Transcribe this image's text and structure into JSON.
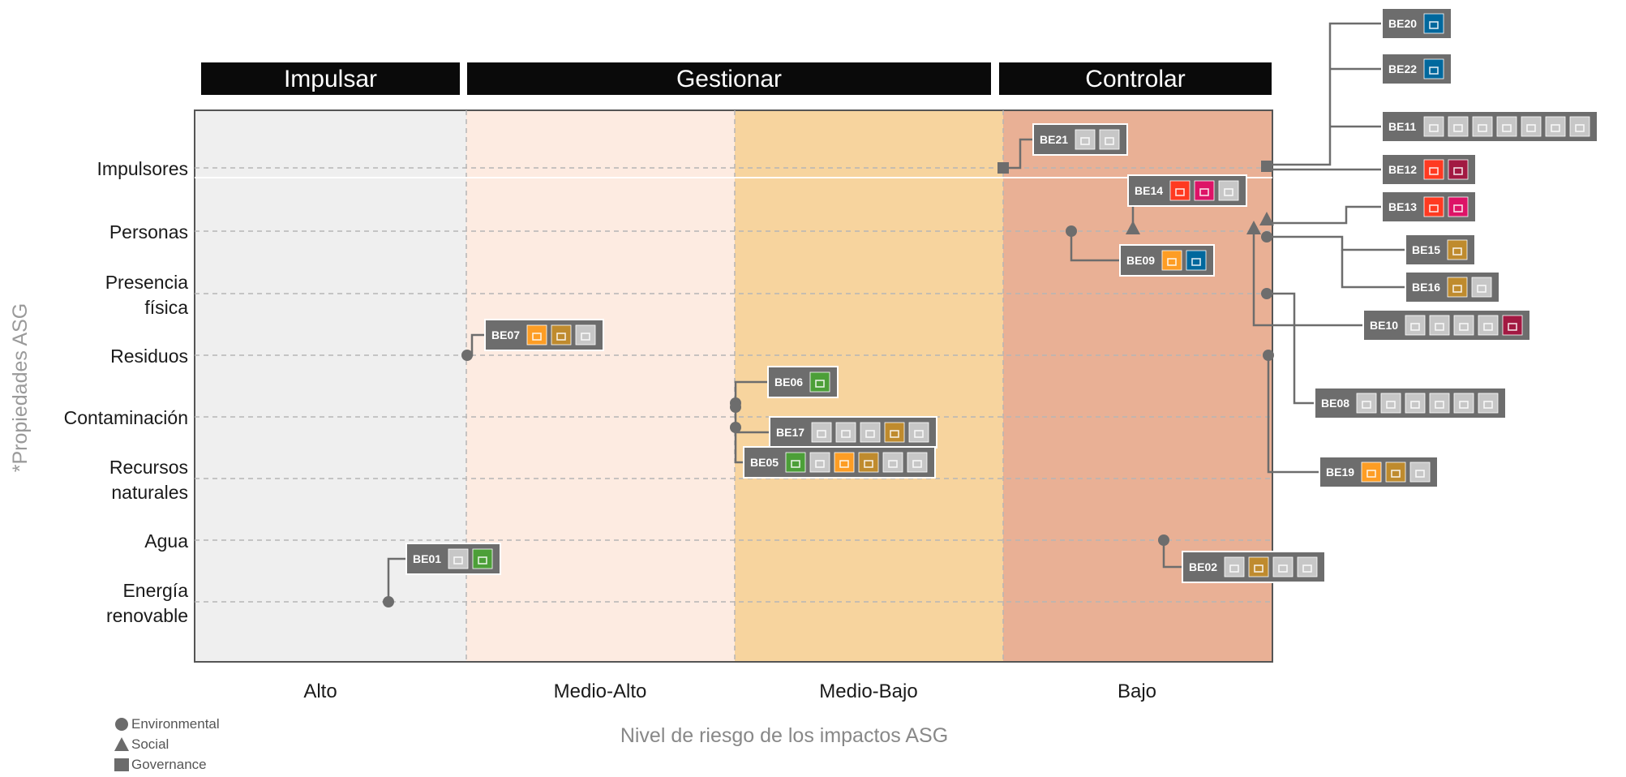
{
  "categories": [
    {
      "label": "Impulsar",
      "bg": "#f0f0f0"
    },
    {
      "label": "Gestionar",
      "bg": "#fdebe0"
    },
    {
      "label": "Controlar",
      "bg": "#e9b095"
    }
  ],
  "risk_levels": [
    {
      "label": "Alto",
      "bg": "#efefef"
    },
    {
      "label": "Medio-Alto",
      "bg": "#fdebe1"
    },
    {
      "label": "Medio-Bajo",
      "bg": "#f7d49e"
    },
    {
      "label": "Bajo",
      "bg": "#e9b095"
    }
  ],
  "y_title": "*Propiedades ASG",
  "x_title": "Nivel de riesgo de los impactos ASG",
  "properties": [
    {
      "label": [
        "Impulsores"
      ]
    },
    {
      "label": [
        "Personas"
      ]
    },
    {
      "label": [
        "Presencia",
        "física"
      ]
    },
    {
      "label": [
        "Residuos"
      ]
    },
    {
      "label": [
        "Contaminación"
      ]
    },
    {
      "label": [
        "Recursos",
        "naturales"
      ]
    },
    {
      "label": [
        "Agua"
      ]
    },
    {
      "label": [
        "Energía",
        "renovable"
      ]
    }
  ],
  "legend": [
    {
      "shape": "circle",
      "label": "Environmental"
    },
    {
      "shape": "triangle",
      "label": "Social"
    },
    {
      "shape": "square",
      "label": "Governance"
    }
  ],
  "sdg_colors": {
    "1": "#e5243b",
    "3": "#4c9f38",
    "5": "#ff3a21",
    "6": "#26bde2",
    "8": "#a21942",
    "10": "#dd1367",
    "12": "#bf8b2e",
    "13": "#3f7e44",
    "14": "#0a97d9",
    "16": "#00689d",
    "17": "#19486a",
    "7": "#fcc30b",
    "9": "#fd6925",
    "11": "#fd9d24",
    "g": "#c7c7c7"
  },
  "items": [
    {
      "id": "BE20",
      "tiles": [
        "16"
      ]
    },
    {
      "id": "BE22",
      "tiles": [
        "16"
      ]
    },
    {
      "id": "BE11",
      "tiles": [
        "g",
        "g",
        "g",
        "g",
        "g",
        "g",
        "g"
      ]
    },
    {
      "id": "BE12",
      "tiles": [
        "5",
        "8"
      ]
    },
    {
      "id": "BE13",
      "tiles": [
        "5",
        "10"
      ]
    },
    {
      "id": "BE21",
      "tiles": [
        "g",
        "g"
      ]
    },
    {
      "id": "BE14",
      "tiles": [
        "5",
        "10",
        "g"
      ]
    },
    {
      "id": "BE09",
      "tiles": [
        "11",
        "16"
      ]
    },
    {
      "id": "BE15",
      "tiles": [
        "12"
      ]
    },
    {
      "id": "BE16",
      "tiles": [
        "12",
        "g"
      ]
    },
    {
      "id": "BE10",
      "tiles": [
        "g",
        "g",
        "g",
        "g",
        "8"
      ]
    },
    {
      "id": "BE07",
      "tiles": [
        "11",
        "12",
        "g"
      ]
    },
    {
      "id": "BE06",
      "tiles": [
        "3"
      ]
    },
    {
      "id": "BE17",
      "tiles": [
        "g",
        "g",
        "g",
        "12",
        "g"
      ]
    },
    {
      "id": "BE05",
      "tiles": [
        "3",
        "g",
        "11",
        "12",
        "g",
        "g"
      ]
    },
    {
      "id": "BE08",
      "tiles": [
        "g",
        "g",
        "g",
        "g",
        "g",
        "g"
      ]
    },
    {
      "id": "BE19",
      "tiles": [
        "11",
        "12",
        "g"
      ]
    },
    {
      "id": "BE01",
      "tiles": [
        "g",
        "3"
      ]
    },
    {
      "id": "BE02",
      "tiles": [
        "g",
        "12",
        "g",
        "g"
      ]
    }
  ]
}
